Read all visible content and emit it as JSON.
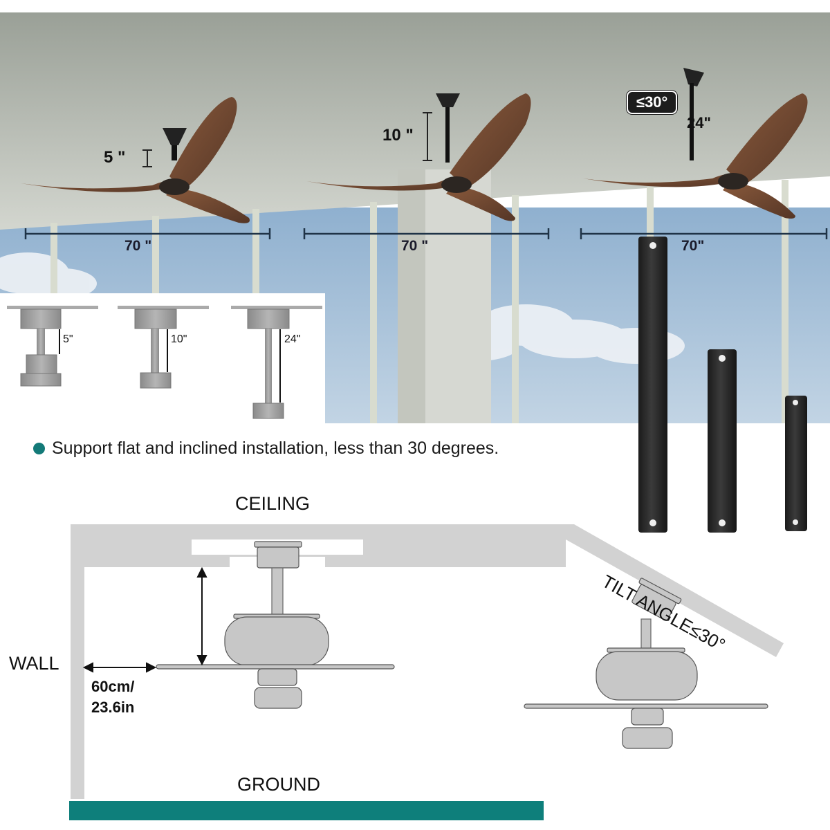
{
  "photo_section": {
    "fans": [
      {
        "downrod_label": "5 \"",
        "span_label": "70 \""
      },
      {
        "downrod_label": "10 \"",
        "span_label": "70 \""
      },
      {
        "downrod_label": "24\"",
        "span_label": "70\"",
        "tilt_badge": "≤30°"
      }
    ]
  },
  "downrod_inset": {
    "items": [
      {
        "label": "5\""
      },
      {
        "label": "10\""
      },
      {
        "label": "24\""
      }
    ]
  },
  "feature_bullet": {
    "text": "Support flat and inclined installation, less than 30 degrees.",
    "bullet_color": "#137a78"
  },
  "diagram": {
    "ceiling_label": "CEILING",
    "wall_label": "WALL",
    "wall_distance_line1": "60cm/",
    "wall_distance_line2": "23.6in",
    "tilt_label": "TILT ANGLE≤30°",
    "ground_label": "GROUND",
    "ground_color": "#0e7f7b"
  },
  "colors": {
    "ceiling_gray": "#a8aca6",
    "sky_blue": "#9fbcd6",
    "blade_brown": "#6a4632",
    "rod_black": "#2a2a2a",
    "diagram_gray": "#cfcfcf"
  }
}
